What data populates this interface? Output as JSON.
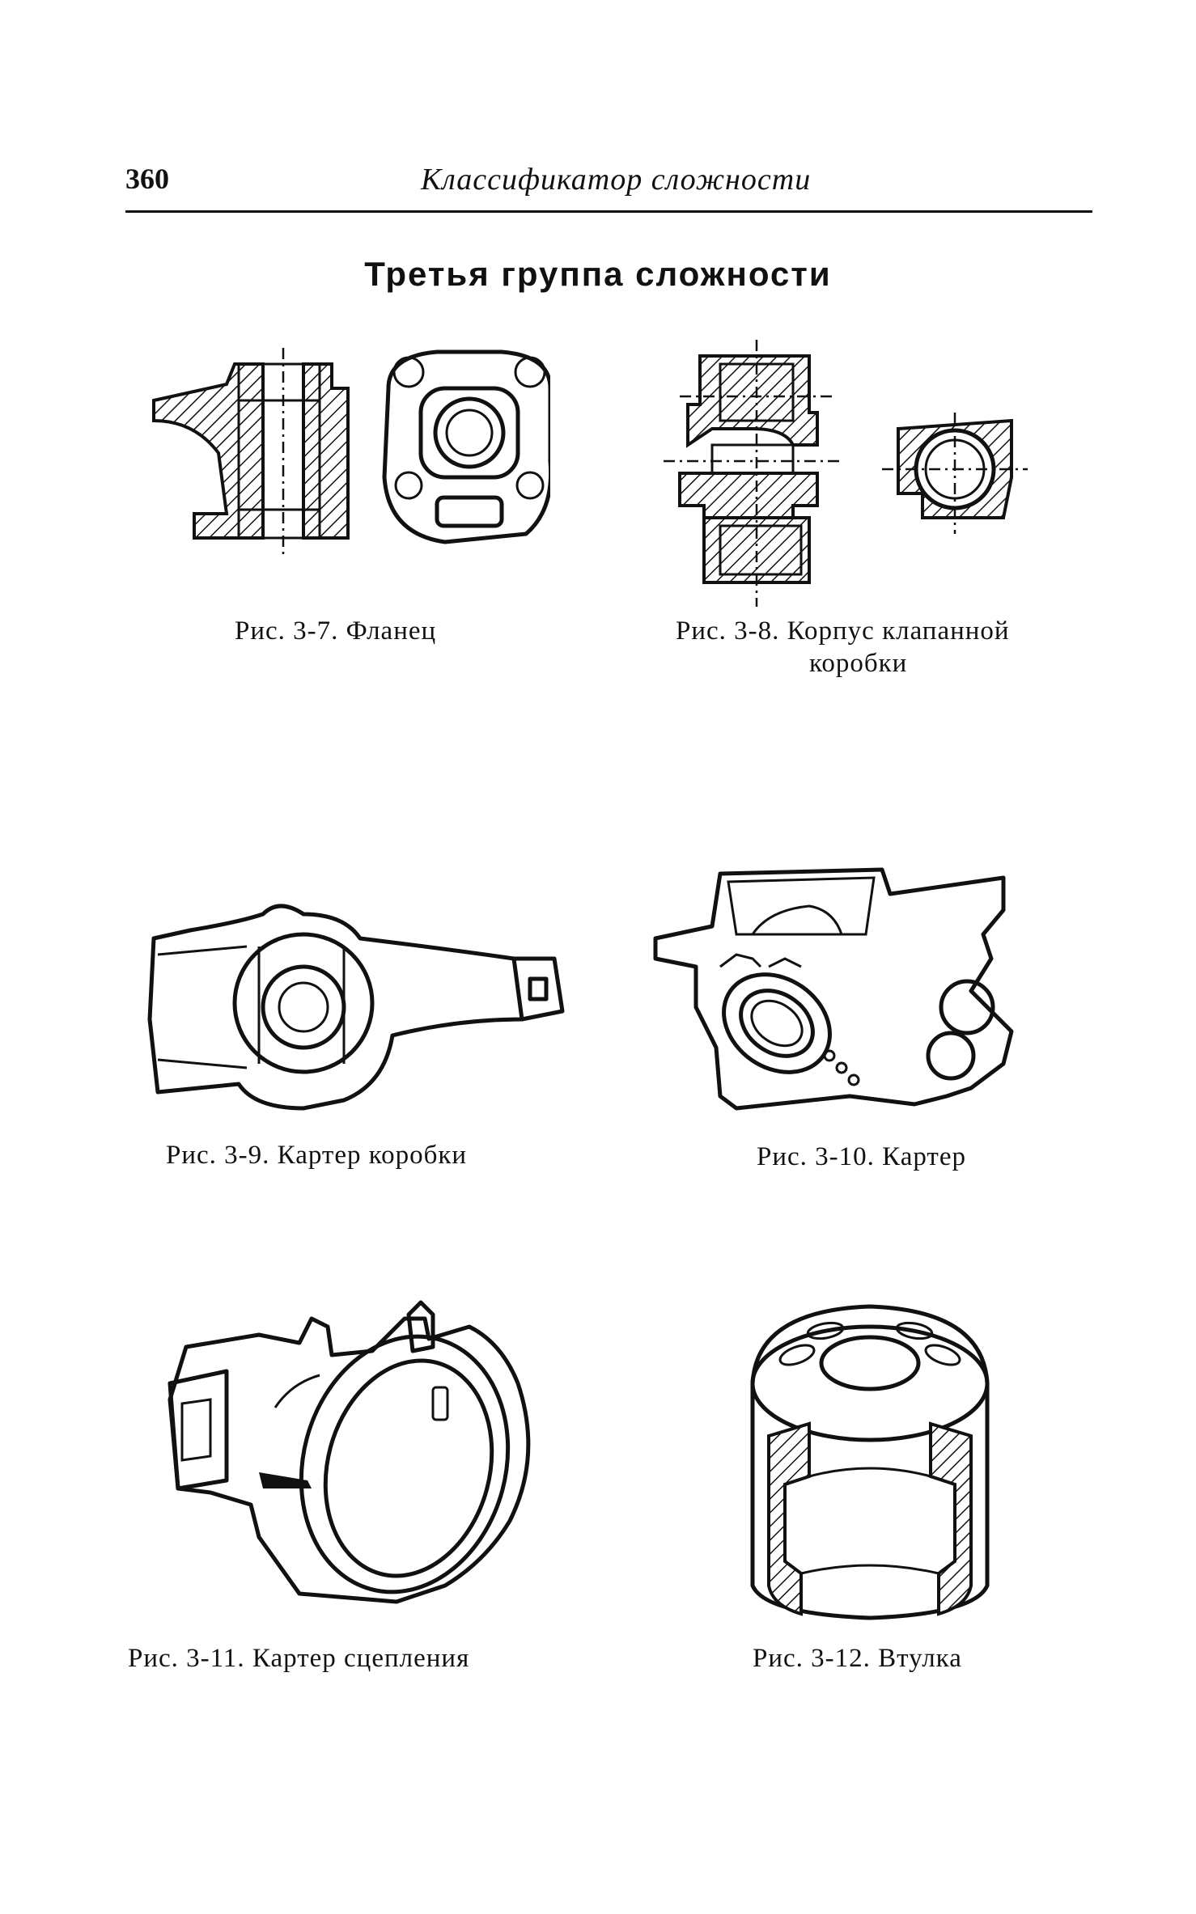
{
  "header": {
    "page_number": "360",
    "running_title": "Классификатор сложности"
  },
  "section_title": "Третья группа сложности",
  "figures": [
    {
      "caption": "Рис. 3-7. Фланец"
    },
    {
      "caption_line1": "Рис. 3-8. Корпус клапанной",
      "caption_line2": "коробки"
    },
    {
      "caption": "Рис. 3-9. Картер коробки"
    },
    {
      "caption": "Рис. 3-10. Картер"
    },
    {
      "caption": "Рис. 3-11. Картер сцепления"
    },
    {
      "caption": "Рис. 3-12. Втулка"
    }
  ]
}
